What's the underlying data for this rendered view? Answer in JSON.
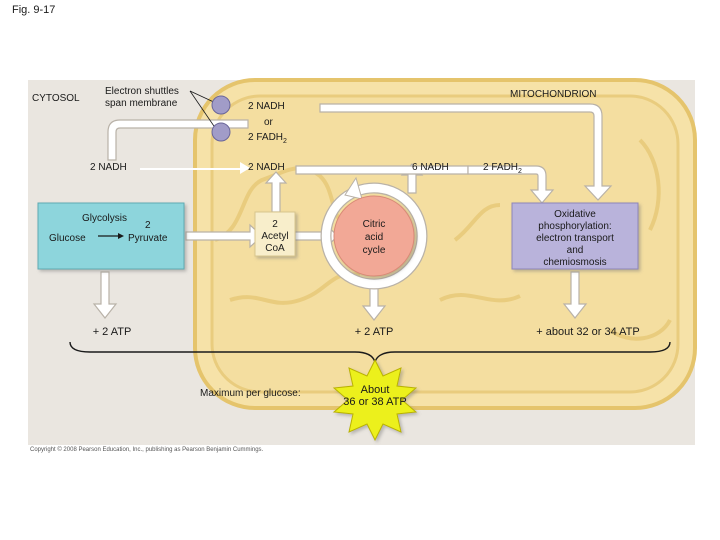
{
  "figure_label": "Fig. 9-17",
  "regions": {
    "cytosol": "CYTOSOL",
    "mitochondrion": "MITOCHONDRION"
  },
  "shuttle": {
    "label_line1": "Electron shuttles",
    "label_line2": "span membrane",
    "nadh": "2 NADH",
    "or": "or",
    "fadh2_prefix": "2 FADH",
    "fadh2_sub": "2"
  },
  "glycolysis": {
    "title": "Glycolysis",
    "glucose": "Glucose",
    "count": "2",
    "pyruvate": "Pyruvate",
    "nadh": "2 NADH",
    "atp": "+ 2 ATP"
  },
  "acetyl_coa": {
    "line1": "2",
    "line2": "Acetyl",
    "line3": "CoA",
    "nadh": "2 NADH"
  },
  "citric_acid_cycle": {
    "line1": "Citric",
    "line2": "acid",
    "line3": "cycle",
    "nadh": "6 NADH",
    "fadh2_prefix": "2 FADH",
    "fadh2_sub": "2",
    "atp": "+ 2 ATP"
  },
  "oxidative_phosphorylation": {
    "line1": "Oxidative",
    "line2": "phosphorylation:",
    "line3": "electron transport",
    "line4": "and",
    "line5": "chemiosmosis",
    "atp": "+ about 32 or 34 ATP"
  },
  "summary": {
    "label": "Maximum per glucose:",
    "burst_line1": "About",
    "burst_line2": "36 or 38 ATP"
  },
  "copyright": "Copyright © 2008 Pearson Education, Inc., publishing as Pearson Benjamin Cummings.",
  "colors": {
    "cytosol_bg": "#eae6e0",
    "mitochondrion_fill": "#f4deA0",
    "mitochondrion_edge": "#e8c56a",
    "glycolysis_box": "#8dd5dc",
    "acetyl_box": "#f8eecb",
    "citric_circle": "#f2a896",
    "oxphos_box": "#b9b3db",
    "arrow_fill": "#ffffff",
    "arrow_stroke": "#b9b2a8",
    "burst": "#ecf01a"
  }
}
